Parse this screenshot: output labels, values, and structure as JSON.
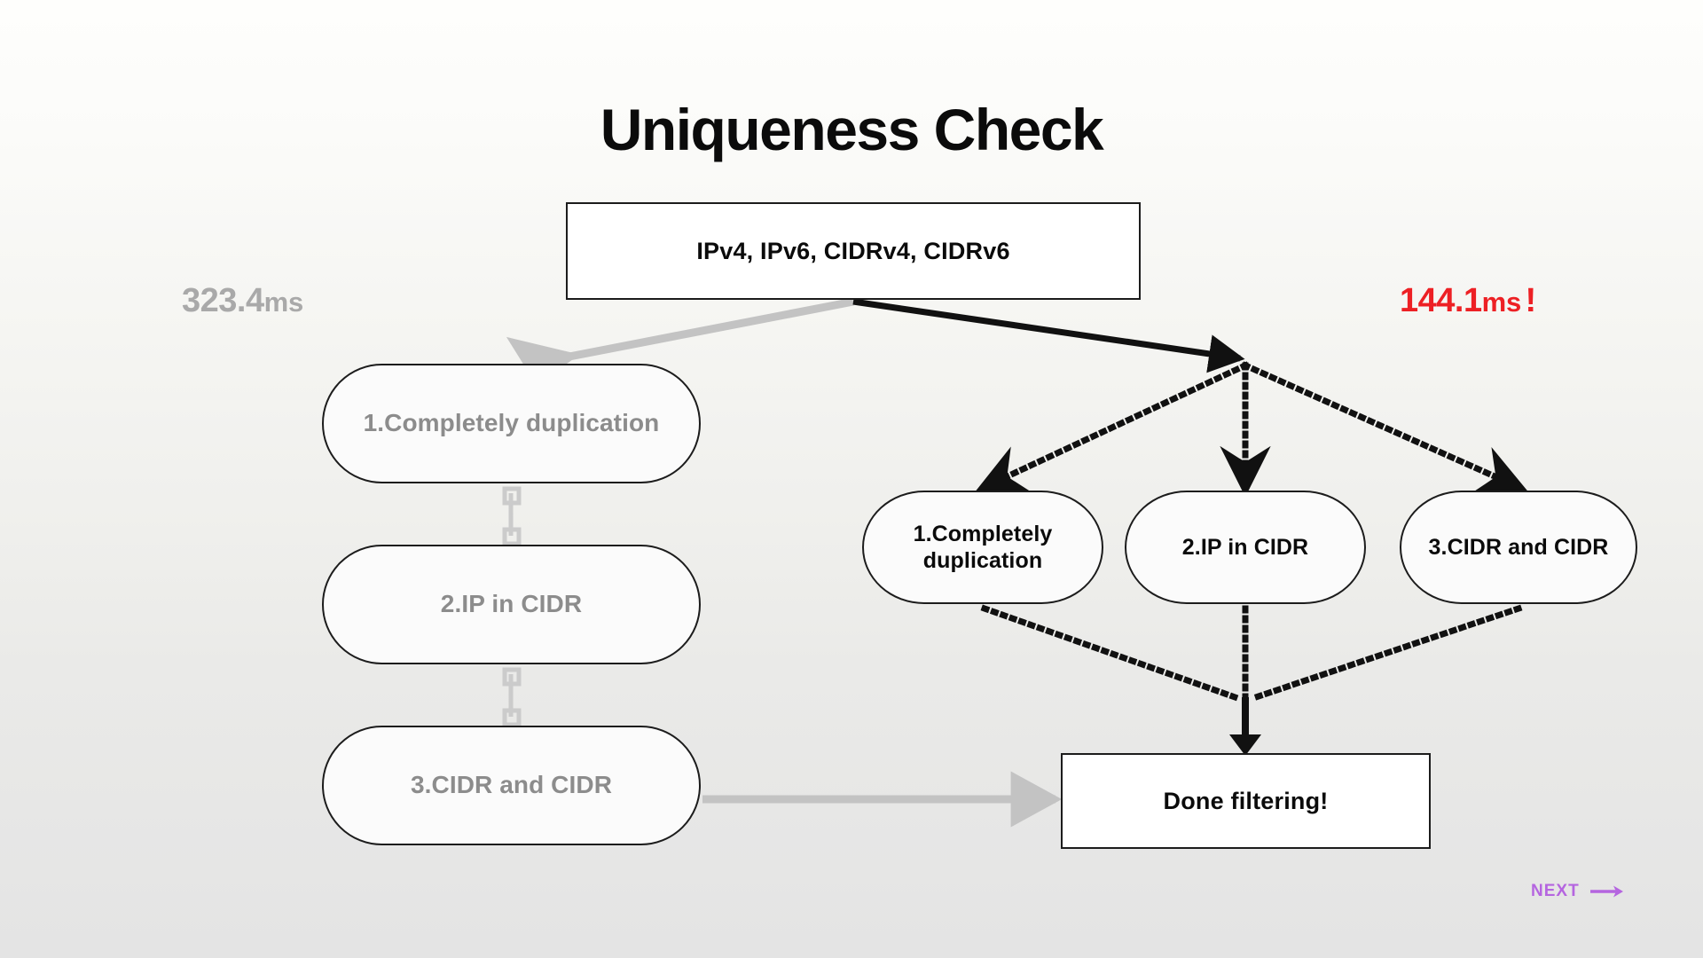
{
  "slide": {
    "title": "Uniqueness Check",
    "background_top": "#FEFEFC",
    "background_bottom": "#E4E4E4"
  },
  "source_box": {
    "label": "IPv4, IPv6, CIDRv4, CIDRv6"
  },
  "timings": {
    "left": {
      "value": "323.4",
      "unit": "ms",
      "suffix": "",
      "color": "#A9A9A9"
    },
    "right": {
      "value": "144.1",
      "unit": "ms",
      "suffix": "!",
      "color": "#ED2024"
    }
  },
  "left_branch": {
    "style": "sequential",
    "edge_color": "#C3C3C3",
    "nodes": [
      {
        "label": "1.Completely duplication"
      },
      {
        "label": "2.IP in CIDR"
      },
      {
        "label": "3.CIDR and CIDR"
      }
    ]
  },
  "right_branch": {
    "style": "parallel",
    "edge_color": "#111111",
    "nodes": [
      {
        "label": "1.Completely\nduplication",
        "line1": "1.Completely",
        "line2": "duplication"
      },
      {
        "label": "2.IP in CIDR",
        "line1": "2.IP in CIDR",
        "line2": ""
      },
      {
        "label": "3.CIDR and CIDR",
        "line1": "3.CIDR and CIDR",
        "line2": ""
      }
    ]
  },
  "result_box": {
    "label": "Done filtering!"
  },
  "next_control": {
    "label": "NEXT",
    "icon": "arrow-right-icon",
    "color": "#B565E0"
  }
}
